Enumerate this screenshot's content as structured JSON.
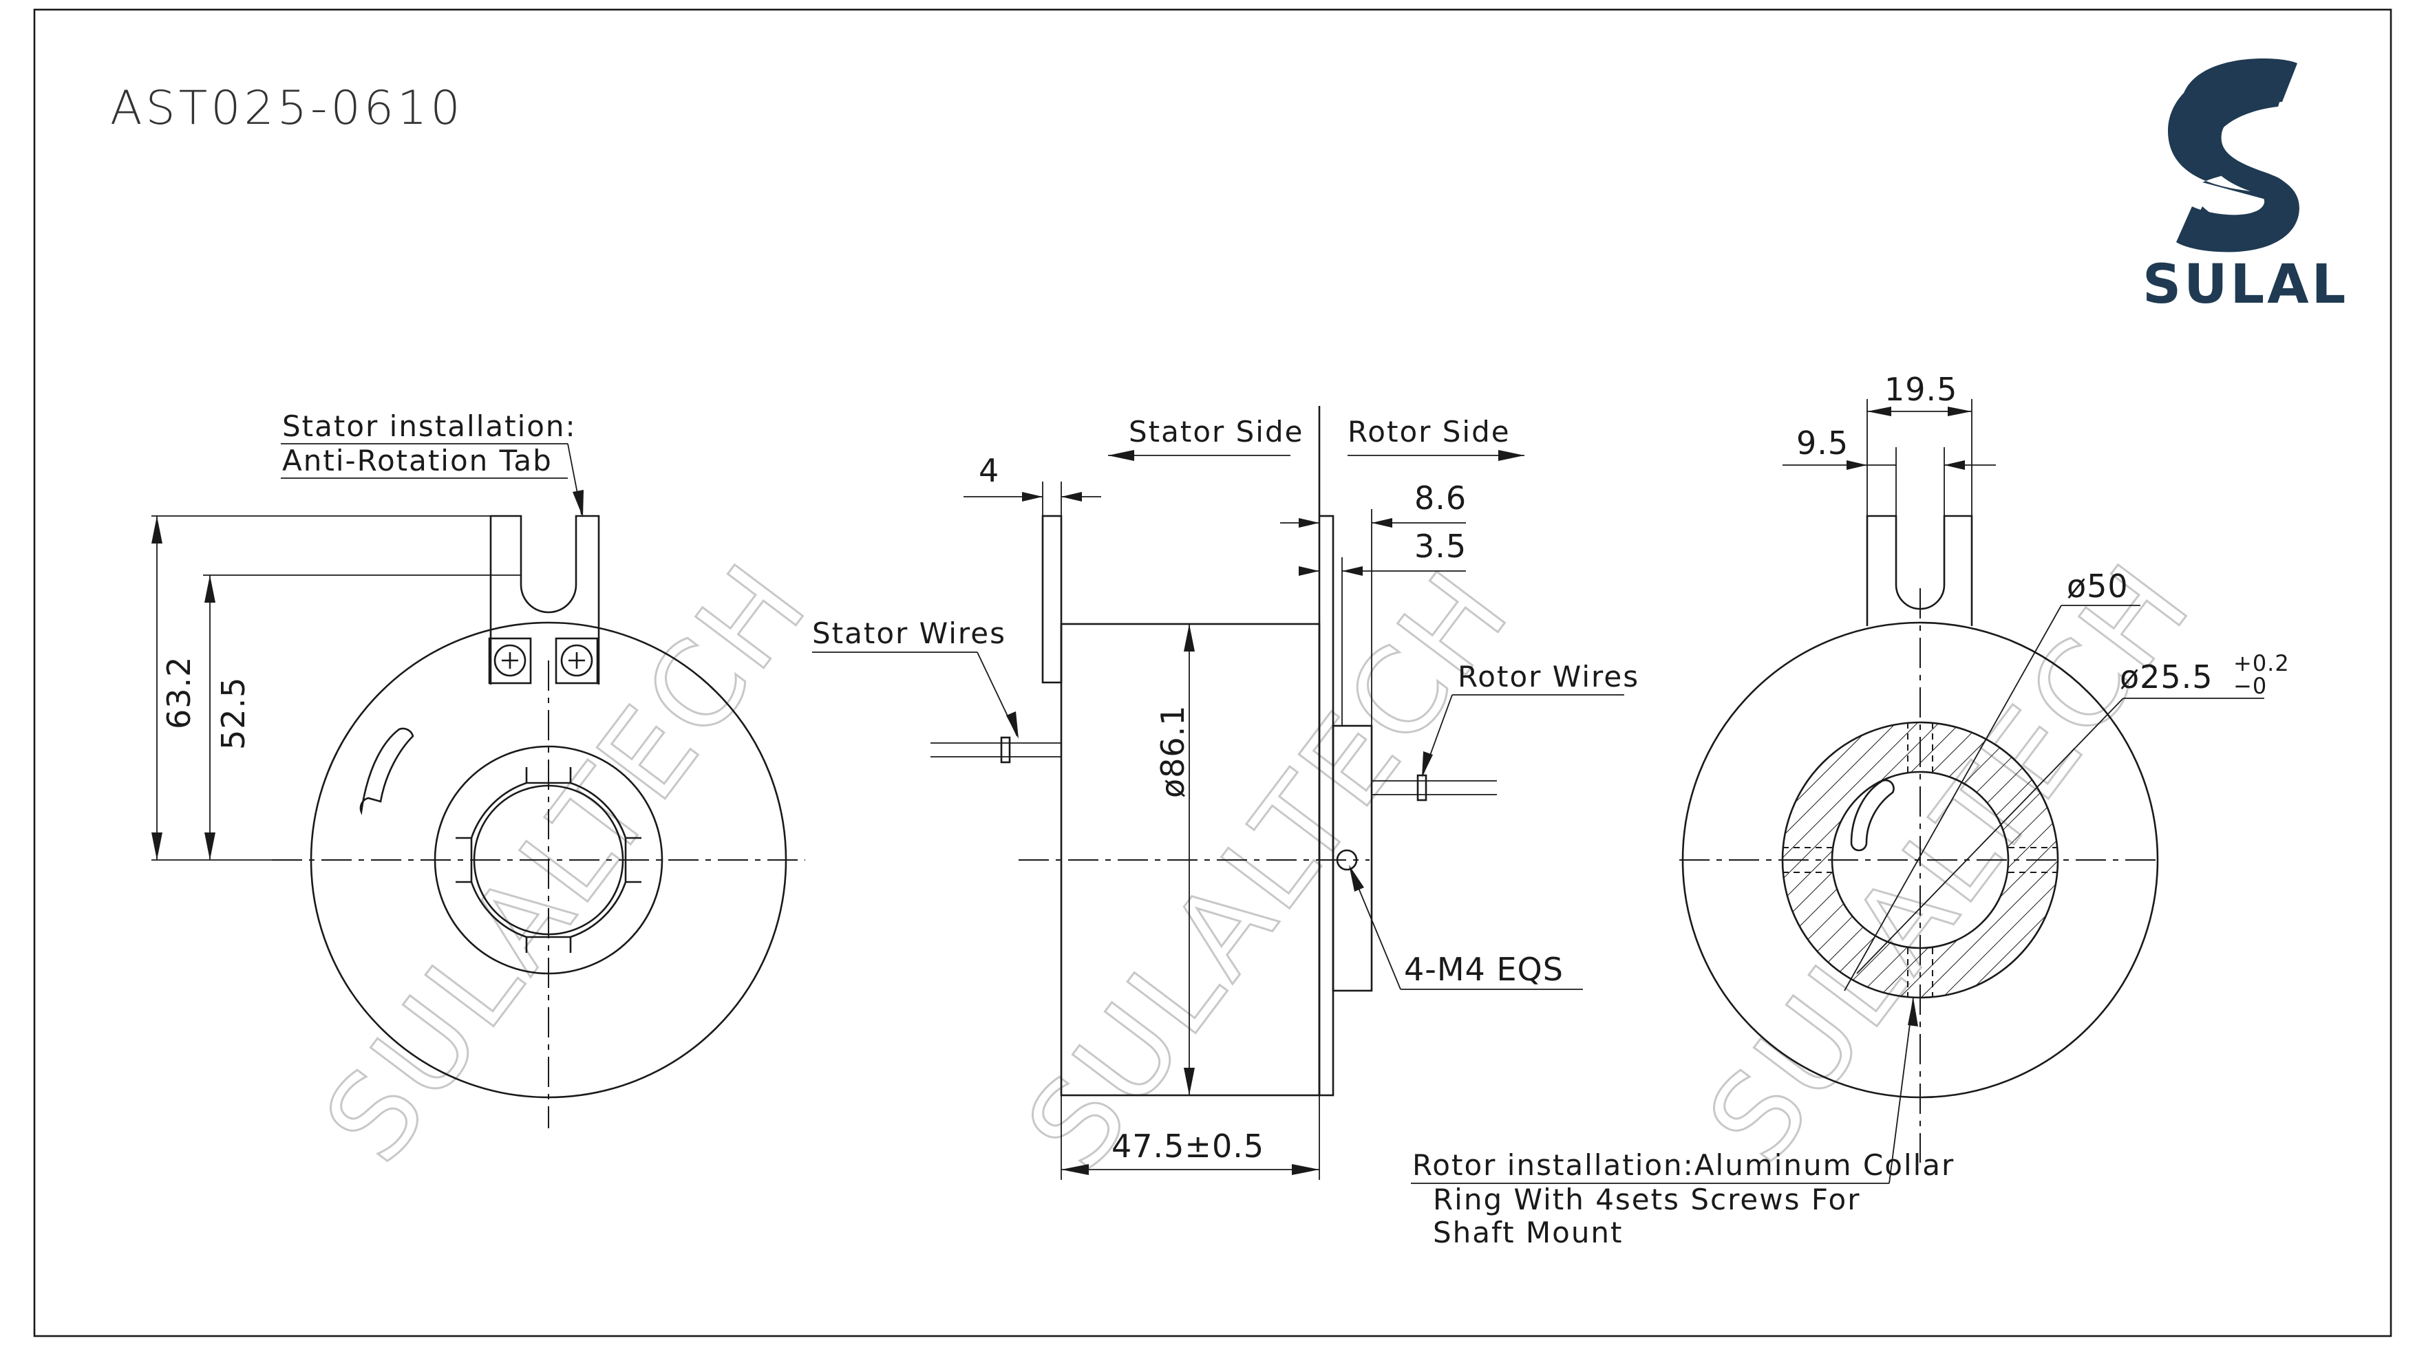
{
  "title": "AST025-0610",
  "brand": {
    "name": "SULAL",
    "color": "#1f3a52",
    "logo_icon": "s-swoosh-logo-icon"
  },
  "watermark": [
    "SULALTECH",
    "SULALTECH",
    "SULALTECH"
  ],
  "labels": {
    "stator_install_1": "Stator installation:",
    "stator_install_2": "Anti-Rotation Tab",
    "stator_side": "Stator Side",
    "rotor_side": "Rotor Side",
    "stator_wires": "Stator Wires",
    "rotor_wires": "Rotor Wires",
    "screws": "4-M4 EQS",
    "rotor_install_1": "Rotor installation:Aluminum Collar",
    "rotor_install_2": "Ring With 4sets Screws For",
    "rotor_install_3": "Shaft Mount"
  },
  "dims": {
    "d63_2": "63.2",
    "d52_5": "52.5",
    "d4": "4",
    "d8_6": "8.6",
    "d3_5": "3.5",
    "d86_1": "ø86.1",
    "d47_5": "47.5±0.5",
    "d19_5": "19.5",
    "d9_5": "9.5",
    "d50": "ø50",
    "d25_5": "ø25.5",
    "d25_5_tol_upper": "+0.2",
    "d25_5_tol_lower": "−0"
  }
}
